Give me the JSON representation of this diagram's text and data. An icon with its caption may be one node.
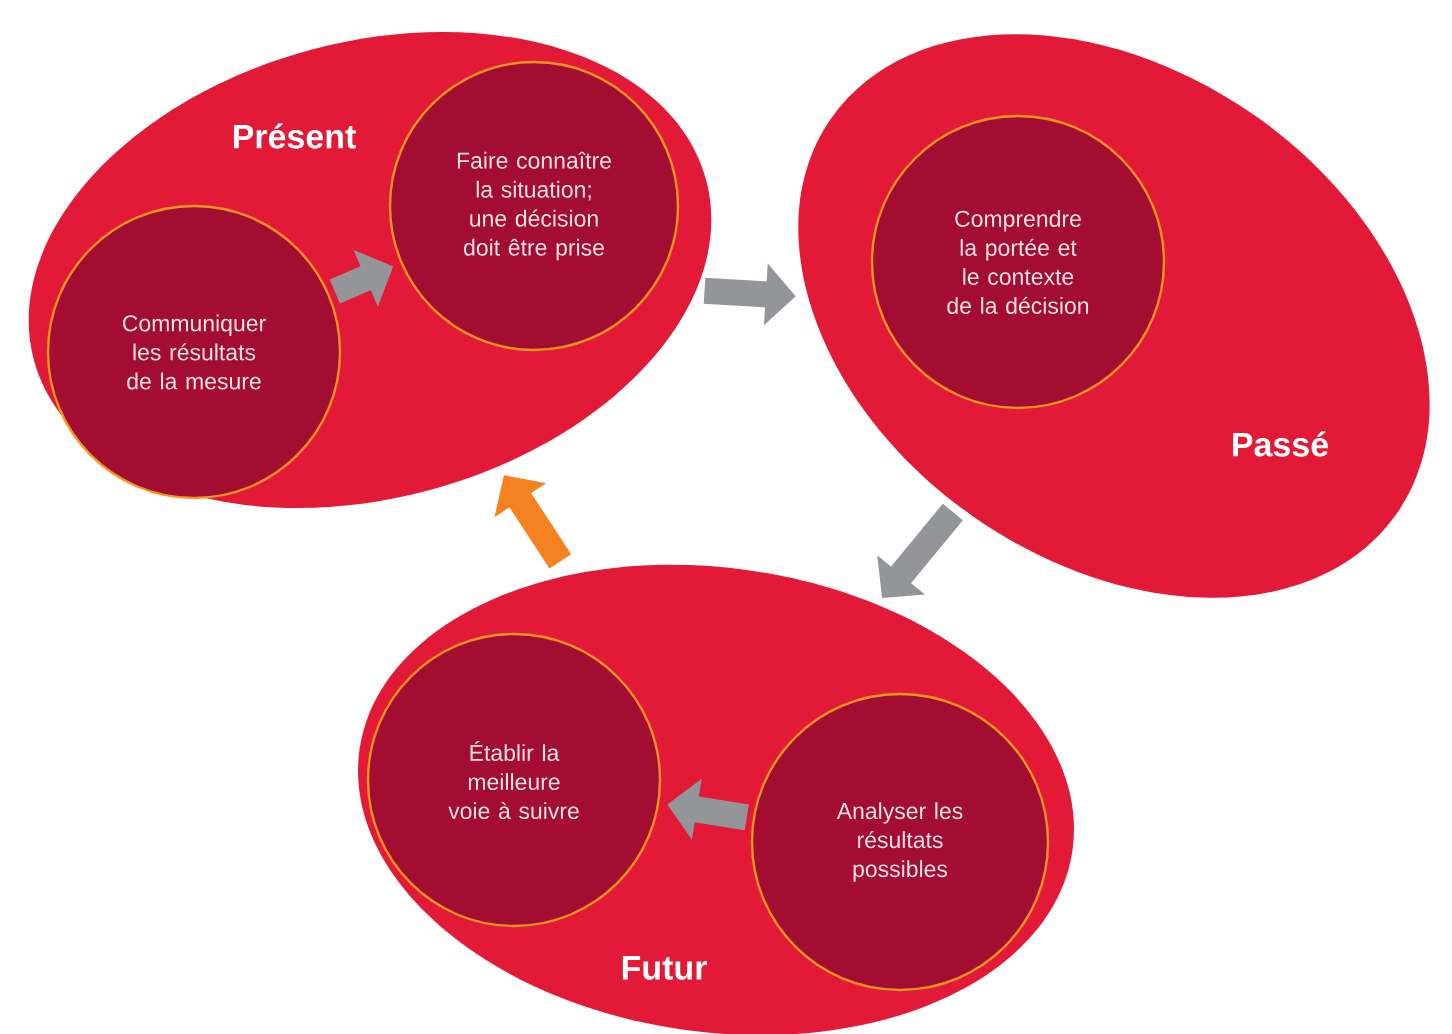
{
  "diagram": {
    "nodes": [
      {
        "text": [
          "Présent"
        ]
      },
      {
        "text": [
          "Communiquer les résultats de la mesure"
        ],
        "in": 0
      },
      {
        "text": [
          "Faire connaître la situation; une décision doit être prise"
        ],
        "in": 0
      },
      {
        "text": [
          "Passé"
        ]
      },
      {
        "text": [
          "Comprendre la portée et le contexte de la décision"
        ],
        "in": 3
      },
      {
        "text": [
          "Futur"
        ]
      },
      {
        "text": [
          "Établir la meilleure voie à suivre"
        ],
        "in": 5
      },
      {
        "text": [
          "Analyser les résultats possibles"
        ],
        "in": 5
      }
    ],
    "edges": [
      {
        "from": 1,
        "to": 2,
        "arrow": "to"
      },
      {
        "from": 0,
        "to": 3,
        "arrow": "to"
      },
      {
        "from": 3,
        "to": 5,
        "arrow": "to"
      },
      {
        "from": 7,
        "to": 6,
        "arrow": "to"
      },
      {
        "from": 5,
        "to": 0,
        "arrow": "to",
        "color": "#f58220"
      }
    ]
  }
}
